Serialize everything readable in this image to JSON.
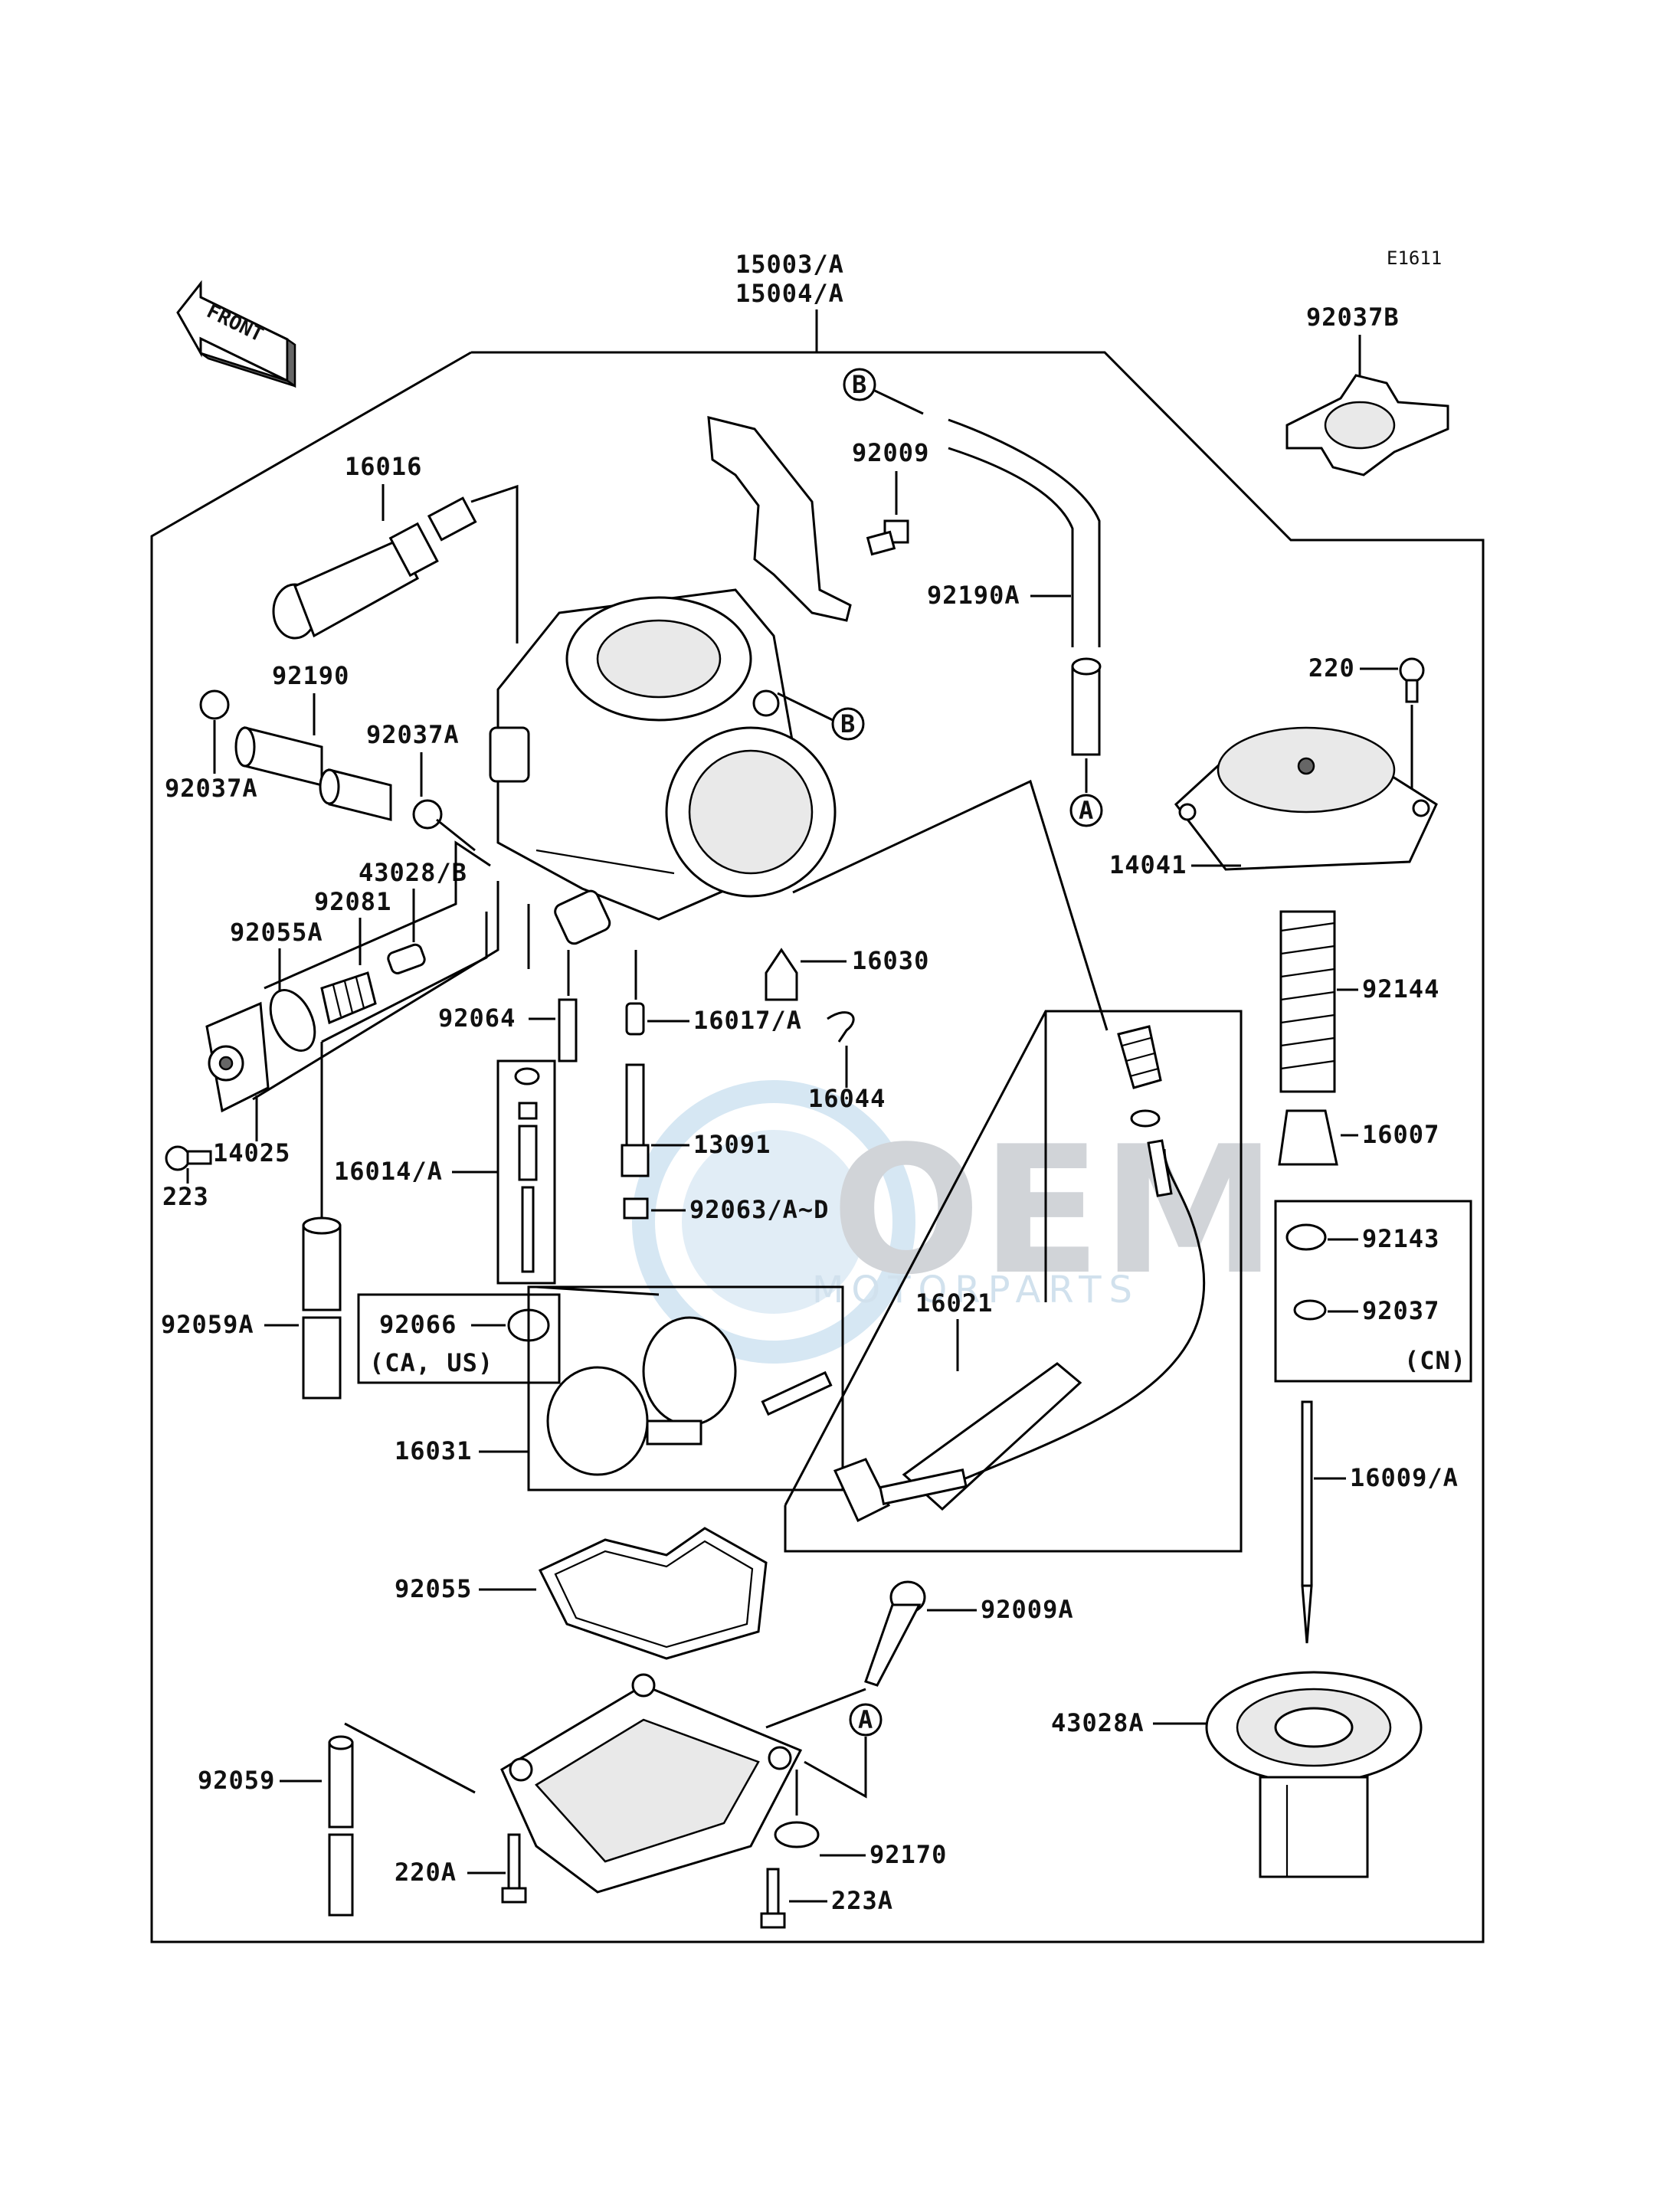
{
  "diagram": {
    "code": "E1611",
    "front_label": "FRONT",
    "assembly_labels": [
      "15003/A",
      "15004/A"
    ],
    "watermark": {
      "brand": "OEM",
      "sub": "MOTORPARTS"
    },
    "callout_markers": {
      "a": "A",
      "b": "B"
    },
    "parts": {
      "p16016": "16016",
      "p92190": "92190",
      "p92037A_left": "92037A",
      "p92037A_right": "92037A",
      "p43028B": "43028/B",
      "p92081": "92081",
      "p92055A": "92055A",
      "p14025": "14025",
      "p223": "223",
      "p92064": "92064",
      "p16014A": "16014/A",
      "p92059A": "92059A",
      "p92066": "92066",
      "p92066_note": "(CA, US)",
      "p16031": "16031",
      "p92055": "92055",
      "p92059": "92059",
      "p220A": "220A",
      "p223A": "223A",
      "p92170": "92170",
      "p92009A": "92009A",
      "p16021": "16021",
      "p16044": "16044",
      "p16030": "16030",
      "p16017A": "16017/A",
      "p13091": "13091",
      "p92063": "92063/A~D",
      "p92009": "92009",
      "p92190A": "92190A",
      "p92037B": "92037B",
      "p220": "220",
      "p14041": "14041",
      "p92144": "92144",
      "p16007": "16007",
      "p92143": "92143",
      "p92037": "92037",
      "cn_note": "(CN)",
      "p16009A": "16009/A",
      "p43028A": "43028A"
    }
  }
}
